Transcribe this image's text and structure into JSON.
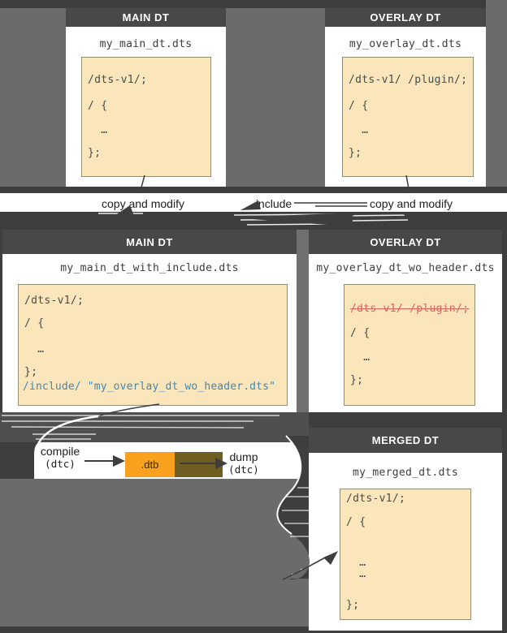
{
  "palette": {
    "bg-dark": "#3E3E3E",
    "bg-gray": "#6B6B6B",
    "bg-gray-column": "#707070",
    "bg-midband": "#4F4F4F",
    "header-bg": "#484848",
    "cream": "#FAE6BA",
    "cream-border": "#91906F",
    "code-text": "#4B4B4B",
    "include-blue": "#4187B7",
    "strike-red": "#E2625B",
    "accent-orange": "#F9A11E",
    "brown": "#6F5D22",
    "label-text": "#212121"
  },
  "boxes": {
    "top_main": {
      "title": "MAIN DT",
      "filename": "my_main_dt.dts",
      "code": [
        "/dts-v1/;",
        "/ {",
        "  …",
        "};"
      ]
    },
    "top_overlay": {
      "title": "OVERLAY DT",
      "filename": "my_overlay_dt.dts",
      "code": [
        "/dts-v1/ /plugin/;",
        "/ {",
        "  …",
        "};"
      ]
    },
    "mid_main": {
      "title": "MAIN DT",
      "filename": "my_main_dt_with_include.dts",
      "code": [
        "/dts-v1/;",
        "/ {",
        "  …",
        "};"
      ],
      "include_line": "/include/ \"my_overlay_dt_wo_header.dts\""
    },
    "mid_overlay": {
      "title": "OVERLAY DT",
      "filename": "my_overlay_dt_wo_header.dts",
      "removed_line": "/dts-v1/ /plugin/;",
      "code": [
        "/ {",
        "  …",
        "};"
      ]
    },
    "merged": {
      "title": "MERGED DT",
      "filename": "my_merged_dt.dts",
      "code": [
        "/dts-v1/;",
        "/ {",
        "  …",
        "  …",
        "};"
      ]
    }
  },
  "labels": {
    "copy_left": "copy and modify",
    "include": "include",
    "copy_right": "copy and modify",
    "compile": "compile",
    "compile_tool": "(dtc)",
    "dtb": ".dtb",
    "dump": "dump",
    "dump_tool": "(dtc)"
  }
}
